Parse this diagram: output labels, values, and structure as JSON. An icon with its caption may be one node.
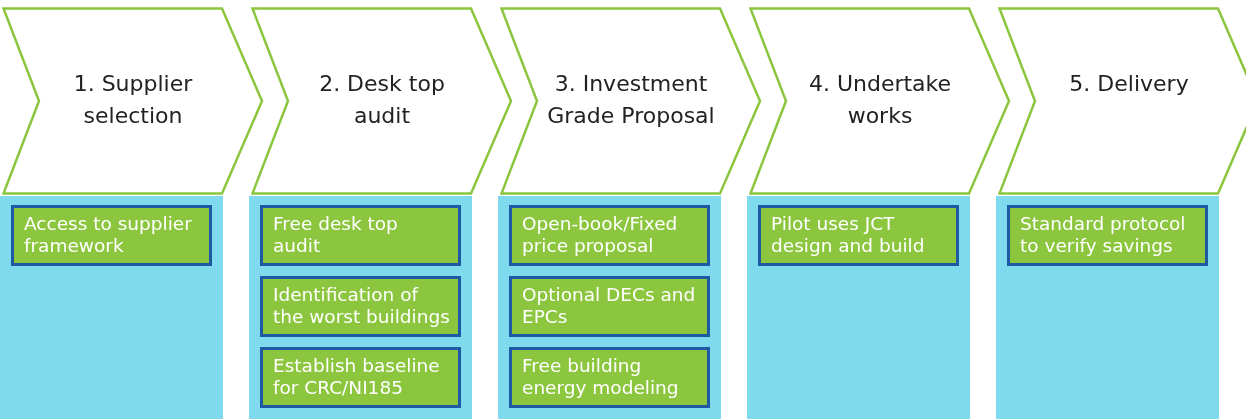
{
  "diagram": {
    "nodes": [
      {
        "text": [
          "1. Supplier selection"
        ]
      },
      {
        "text": [],
        "shape": "box"
      },
      {
        "text": [
          "Access to supplier framework"
        ],
        "in": 1
      },
      {
        "text": [
          "2. Desk top audit"
        ]
      },
      {
        "text": [],
        "shape": "box"
      },
      {
        "text": [
          "Free desk top audit"
        ],
        "in": 4
      },
      {
        "text": [
          "Identification of the worst buildings"
        ],
        "in": 4
      },
      {
        "text": [
          "Establish baseline for CRC/NI185"
        ],
        "in": 4
      },
      {
        "text": [
          "3. Investment Grade Proposal"
        ]
      },
      {
        "text": [],
        "shape": "box"
      },
      {
        "text": [
          "Open-book/Fixed price proposal"
        ],
        "in": 9
      },
      {
        "text": [
          "Optional DECs and EPCs"
        ],
        "in": 9
      },
      {
        "text": [
          "Free building energy modeling"
        ],
        "in": 9
      },
      {
        "text": [
          "4. Undertake works"
        ]
      },
      {
        "text": [],
        "shape": "box"
      },
      {
        "text": [
          "Pilot uses JCT design and build"
        ],
        "in": 14
      },
      {
        "text": [
          "5. Delivery"
        ]
      },
      {
        "text": [],
        "shape": "box"
      },
      {
        "text": [
          "Standard protocol to verify savings"
        ],
        "in": 17
      }
    ]
  }
}
